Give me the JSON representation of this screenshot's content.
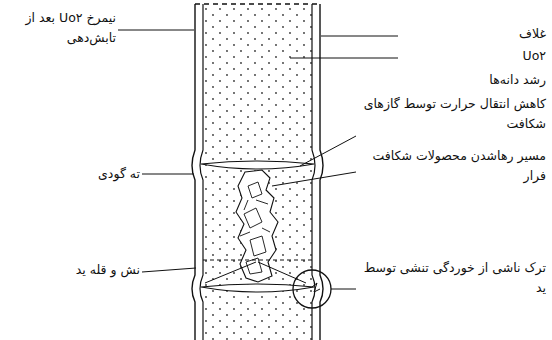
{
  "diagram": {
    "labels": [
      "نیمرخ Uo۲ بعد از تابش‌دهی",
      "ته گودی",
      "نش و قله ید",
      "غلاف",
      "Uo۲",
      "رشد دانه‌ها",
      "کاهش انتقال حرارت توسط گازهای شکافت",
      "مسیر رهاشدن محصولات شکافت فرار",
      "ترک ناشی از خوردگی تنشی توسط ید"
    ]
  }
}
